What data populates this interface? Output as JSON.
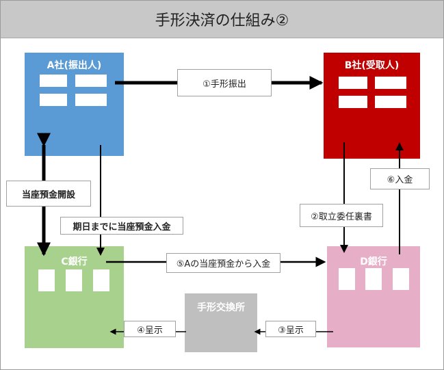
{
  "title": "手形決済の仕組み②",
  "nodes": {
    "a": {
      "label": "A社(振出人)",
      "color": "#5b9bd5"
    },
    "b": {
      "label": "B社(受取人)",
      "color": "#c00000"
    },
    "c": {
      "label": "C銀行",
      "color": "#a9d18e"
    },
    "d": {
      "label": "D銀行",
      "color": "#e6afc7"
    },
    "exchange": {
      "label": "手形交換所",
      "color": "#bfbfbf"
    }
  },
  "labels": {
    "step1": "①手形振出",
    "step2": "②取立委任裏書",
    "step3": "③呈示",
    "step4": "④呈示",
    "step5": "⑤Aの当座預金から入金",
    "step6": "⑥入金",
    "account_open": "当座預金開設",
    "deposit_by_due": "期日までに当座預金入金"
  }
}
